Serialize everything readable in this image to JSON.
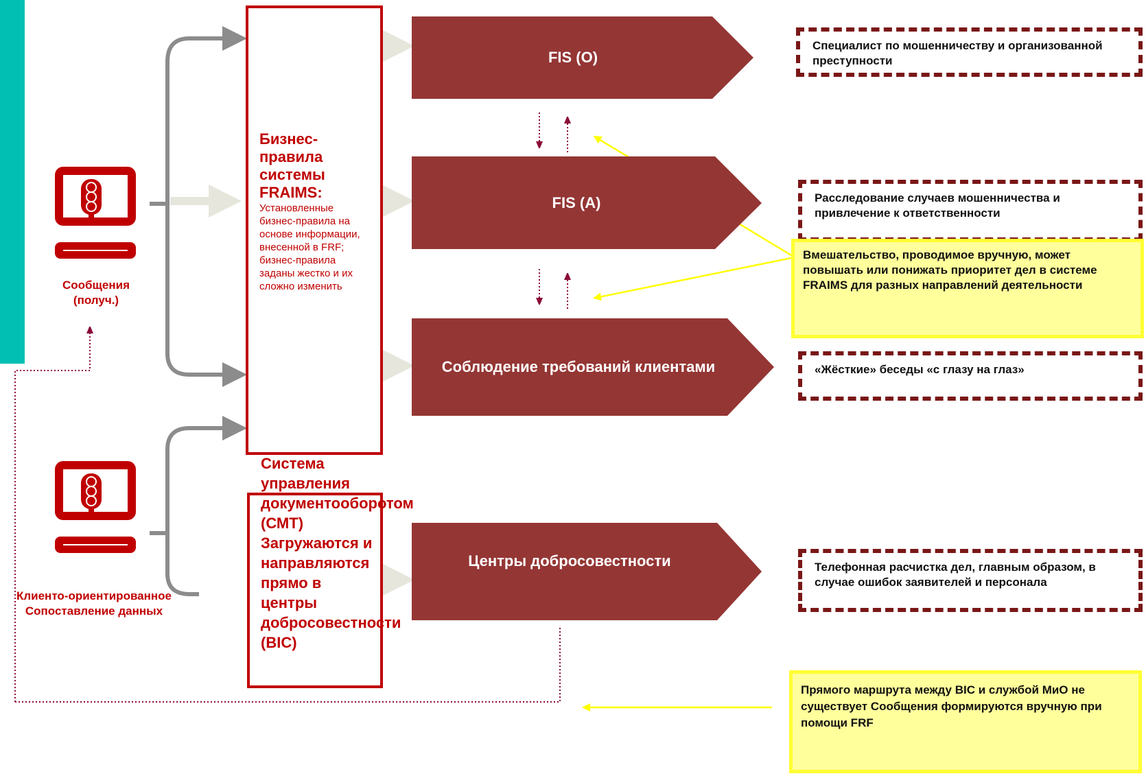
{
  "colors": {
    "accent_red": "#c00000",
    "arrow_fill": "#943634",
    "teal": "#02bfb4",
    "yellow_fill": "#ffff9c",
    "dash_border": "#7a1717"
  },
  "left": {
    "top_icon": {
      "icon": "monitor-traffic-light-icon",
      "label_line1": "Сообщения",
      "label_line2": "(получ.)"
    },
    "bottom_icon": {
      "icon": "monitor-traffic-light-icon",
      "label_line1": "Клиенто-ориентированное",
      "label_line2": "Сопоставление данных"
    }
  },
  "rules_box": {
    "title": "Бизнес-правила системы FRAIMS:",
    "body": "Установленные бизнес-правила на основе информации, внесенной в FRF; бизнес-правила заданы жестко и их сложно изменить"
  },
  "dms_box": {
    "text": "Система управления документооборотом (СМТ) Загружаются и направляются прямо в центры добросовестности (BIC)"
  },
  "flow": {
    "fis_o": "FIS (O)",
    "fis_a": "FIS (A)",
    "compliance": "Соблюдение требований клиентами",
    "integrity": "Центры добросовестности"
  },
  "notes": {
    "fraud_specialist": "Специалист по мошенничеству и организованной преступности",
    "investigation": "Расследование случаев мошенничества и привлечение к ответственности",
    "manual_intervention": "Вмешательство, проводимое вручную, может повышать или понижать приоритет дел в системе FRAIMS для разных направлений деятельности",
    "tough_talks": "«Жёсткие» беседы «с глазу на глаз»",
    "phone_clearing": "Телефонная расчистка дел, главным образом, в случае ошибок заявителей и персонала",
    "no_direct_route": "Прямого маршрута между BIC и службой МиО не существует Сообщения формируются вручную при помощи FRF"
  }
}
